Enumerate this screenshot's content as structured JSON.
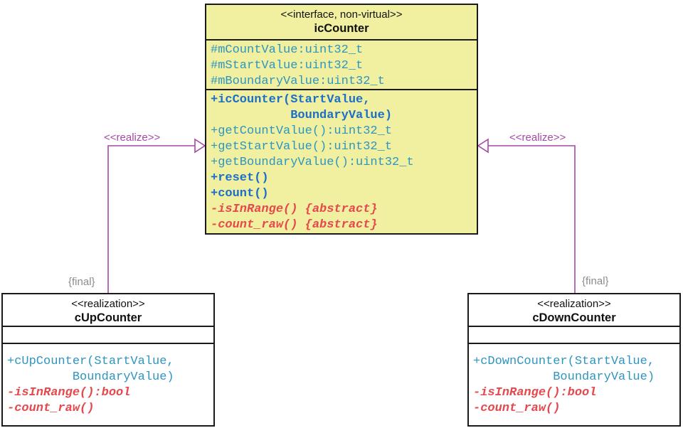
{
  "colors": {
    "interface_fill": "#f0f0a0",
    "member_teal": "#2e95c0",
    "member_blue_bold": "#1b6fc9",
    "member_red_italic": "#e5484d",
    "realize_purple": "#a349a4",
    "final_gray": "#8c8c8c",
    "box_border": "#1a1a1a"
  },
  "interface": {
    "stereotype": "<<interface, non-virtual>>",
    "name": "icCounter",
    "attributes": [
      "#mCountValue:uint32_t",
      "#mStartValue:uint32_t",
      "#mBoundaryValue:uint32_t"
    ],
    "methods": [
      "+icCounter(StartValue,",
      "           BoundaryValue)",
      "+getCountValue():uint32_t",
      "+getStartValue():uint32_t",
      "+getBoundaryValue():uint32_t",
      "+reset()",
      "+count()",
      "-isInRange() {abstract}",
      "-count_raw() {abstract}"
    ]
  },
  "up_counter": {
    "stereotype": "<<realization>>",
    "name": "cUpCounter",
    "methods": [
      "+cUpCounter(StartValue,",
      "         BoundaryValue)",
      "-isInRange():bool",
      "-count_raw()"
    ]
  },
  "down_counter": {
    "stereotype": "<<realization>>",
    "name": "cDownCounter",
    "methods": [
      "+cDownCounter(StartValue,",
      "           BoundaryValue)",
      "-isInRange():bool",
      "-count_raw()"
    ]
  },
  "edges": {
    "realize_label_left": "<<realize>>",
    "realize_label_right": "<<realize>>",
    "final_label_left": "{final}",
    "final_label_right": "{final}"
  }
}
